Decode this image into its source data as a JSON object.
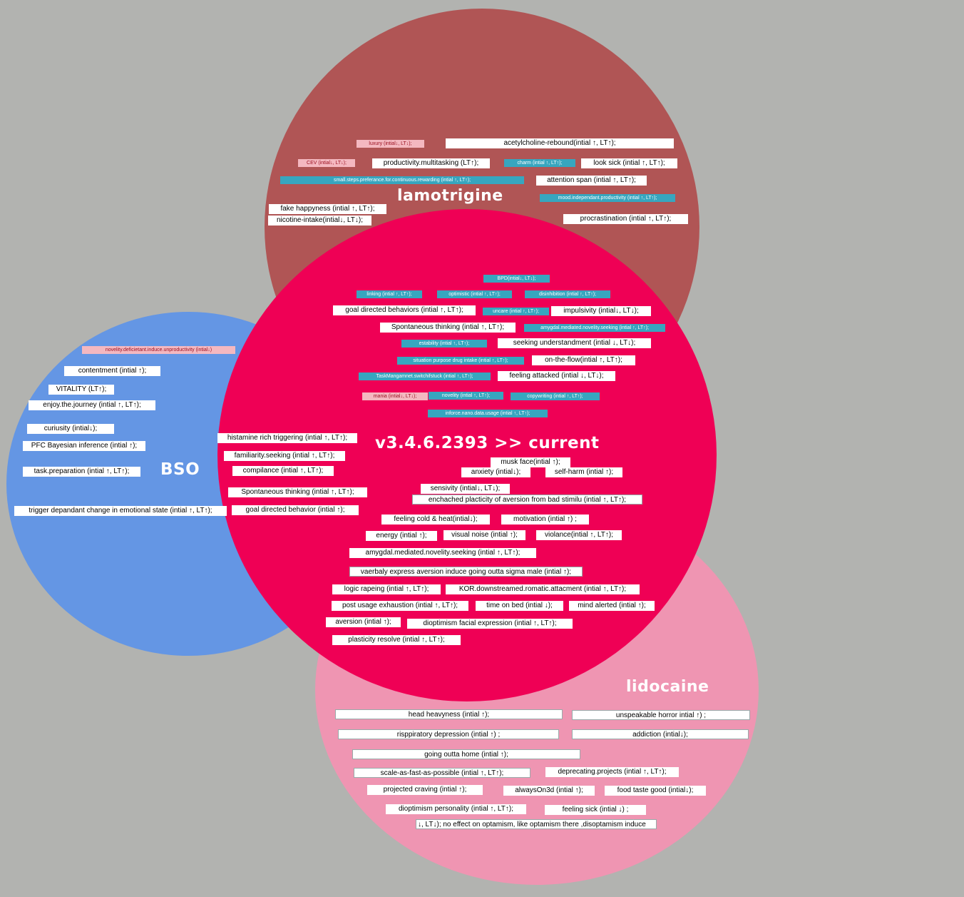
{
  "titles": {
    "lamotrigine": "lamotrigine",
    "bso": "BSO",
    "lidocaine": "lidocaine",
    "current": "v3.4.6.2393 >> current"
  },
  "colors": {
    "background": "#b2b3b0",
    "lamotrigine": "#b05555",
    "bso": "#6496e4",
    "lidocaine": "#ef95b2",
    "current": "#ef0055",
    "teal_tag": "#37a6bf",
    "pink_tag": "#f4b8c0"
  },
  "lamotrigine": {
    "luxury": "luxury (intial↓, LT↓);",
    "acetylcholine": "acetylcholine-rebound(intial ↑, LT↑);",
    "cev": "CEV (intial↓, LT↓);",
    "productivity": "productivity.multitasking (LT↑);",
    "charm": "charm (intial ↑, LT↑);",
    "look_sick": "look sick (intial ↑, LT↑);",
    "small_steps": "small.steps.preferance.for.continuous.rewarding (intial ↑, LT↑);",
    "attention": "attention span (intial ↑, LT↑);",
    "mood": "mood.independant.productivity (intial ↑, LT↑);",
    "fake_happyness": "fake happyness (intial ↑, LT↑);",
    "nicotine": "nicotine-intake(intial↓, LT↓);",
    "procrastination": "procrastination (intial ↑, LT↑);"
  },
  "bso": {
    "novelity": "novelity.deficietant.induce.unproductivity (intial↓)",
    "contentment": "contentment (intial ↑);",
    "vitality": "VITALITY (LT↑);",
    "enjoy": "enjoy.the.journey (intial ↑, LT↑);",
    "curiusity": "curiusity (intial↓);",
    "pfc": "PFC Bayesian inference (intial ↑);",
    "task": "task.preparation (intial ↑, LT↑);",
    "trigger": "trigger depandant change in emotional state  (intial ↑, LT↑);"
  },
  "current": {
    "bpd": "BPD(intial↓, LT↓);",
    "linking": "linking (intial ↑, LT↑);",
    "optimistic": "optimistic (intial ↑, LT↑);",
    "disinhibition": "disinhibition (intial ↑, LT↑);",
    "goal_directed": "goal directed behaviors (intial ↑, LT↑);",
    "uncare": "uncare (intial ↑, LT↑);",
    "impulsivity": "impulsivity (intial↓, LT↓);",
    "spontaneous_top": "Spontaneous thinking (intial ↑, LT↑);",
    "amygdal_top": "amygdal.mediated.novelity.seeking (intial ↑, LT↑);",
    "estability": "estability (intial ↑, LT↑);",
    "seeking_understandment": "seeking understandment (intial ↓, LT↓);",
    "situation": "situation purpose drug intake (intial ↑, LT↑);",
    "on_the_flow": "on-the-flow(intial ↑, LT↑);",
    "task_management": "TaskMangamnet.switchifstuck (intial ↑, LT↑);",
    "feeling_attacked": "feeling attacked (intial ↓, LT↓);",
    "mania": "mania (intial↓, LT↓);",
    "novelty": "novelity (intial ↑, LT↑);",
    "copywriting": "copywriting (intial ↑, LT↑);",
    "inforce": "inforce.nano.data.usage (intial ↑, LT↑);",
    "histamine": "histamine rich triggering (intial ↑, LT↑);",
    "familiarity": "familiarity.seeking (intial ↑, LT↑);",
    "compilance": "compilance (intial ↑, LT↑);",
    "spontaneous_mid": "Spontaneous thinking (intial ↑, LT↑);",
    "goal_directed_behavior": "goal directed behavior (intial ↑);",
    "musk_face": "musk face(intial ↑);",
    "anxiety": "anxiety (intial↓);",
    "self_harm": "self-harm (intial ↑);",
    "sensivity": "sensivity (intial↓, LT↓);",
    "enchached": "enchached placticity of aversion from bad stimilu (intial ↑, LT↑);",
    "feeling_cold": "feeling cold & heat(intial↓);",
    "motivation": "motivation (intial ↑) ;",
    "energy": "energy  (intial ↑);",
    "visual_noise": "visual noise (intial ↑);",
    "violance": "violance(intial ↑, LT↑);",
    "amygdal_mid": "amygdal.mediated.novelity.seeking (intial ↑, LT↑);",
    "vaerbaly": "vaerbaly express aversion induce going outta sigma male (intial ↑);",
    "logic": "logic rapeing (intial ↑, LT↑);",
    "kor": "KOR.downstreamed.romatic.attacment (intial ↑, LT↑);",
    "post_usage": "post usage exhaustion (intial ↑, LT↑);",
    "time_on_bed": "time on bed (intial ↓);",
    "mind_alerted": "mind alerted (intial ↑);",
    "aversion": "aversion (intial ↑);",
    "dioptimism_facial": "dioptimism facial expression (intial ↑, LT↑);",
    "plasticity": "plasticity resolve (intial ↑, LT↑);"
  },
  "lidocaine": {
    "head": "head heavyness (intial ↑);",
    "unspeakable": "unspeakable horror  intial ↑) ;",
    "rispiratory": "risppiratory depression (intial ↑) ;",
    "addiction": "addiction (intial↓);",
    "going_outta_home": "going outta home (intial ↑);",
    "scale": "scale-as-fast-as-possible (intial ↑, LT↑);",
    "deprecating": "deprecating.projects (intial ↑, LT↑);",
    "projected_craving": "projected craving  (intial ↑);",
    "always_on": "alwaysOn3d (intial ↑);",
    "food_taste": "food taste good (intial↓);",
    "dioptimism_personality": "dioptimism personality (intial ↑, LT↑);",
    "feeling_sick": "feeling sick (intial ↓) ;",
    "optamism": "↓, LT↓); no effect on optamism, like optamism there ,disoptamism induce"
  }
}
